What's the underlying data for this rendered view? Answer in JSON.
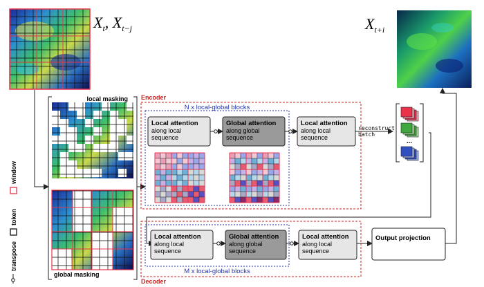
{
  "inputs": {
    "label_x": "X",
    "label_t": "t",
    "label_sep": ", ",
    "label_x2": "X",
    "label_tj": "t−j",
    "target_x": "X",
    "target_ti": "t+i"
  },
  "masking": {
    "local": "local masking",
    "global": "global masking"
  },
  "encoder": {
    "title": "Encoder",
    "blocks_label": "N x local-global blocks",
    "local1": {
      "title": "Local attention",
      "line1": "along local",
      "line2": "sequence"
    },
    "global": {
      "title": "Global attention",
      "line1": "along global",
      "line2": "sequence"
    },
    "local2": {
      "title": "Local attention",
      "line1": "along local",
      "line2": "sequence"
    }
  },
  "decoder": {
    "title": "Decoder",
    "blocks_label": "M x local-global blocks",
    "local1": {
      "title": "Local attention",
      "line1": "along local",
      "line2": "sequence"
    },
    "global": {
      "title": "Global attention",
      "line1": "along global",
      "line2": "sequence"
    },
    "local2": {
      "title": "Local attention",
      "line1": "along local",
      "line2": "sequence"
    }
  },
  "reconstruct": {
    "line1": "reconstruct",
    "line2": "batch",
    "ellipsis": "..."
  },
  "output_projection": "Output projection",
  "legend": {
    "window": "window",
    "token": "token",
    "transpose": "transpose"
  },
  "colors": {
    "encoder_border": "#cc2222",
    "block_border": "#2233aa",
    "local_box": "#e6e6e6",
    "global_box": "#9a9a9a",
    "window_red": "#e8334a"
  }
}
